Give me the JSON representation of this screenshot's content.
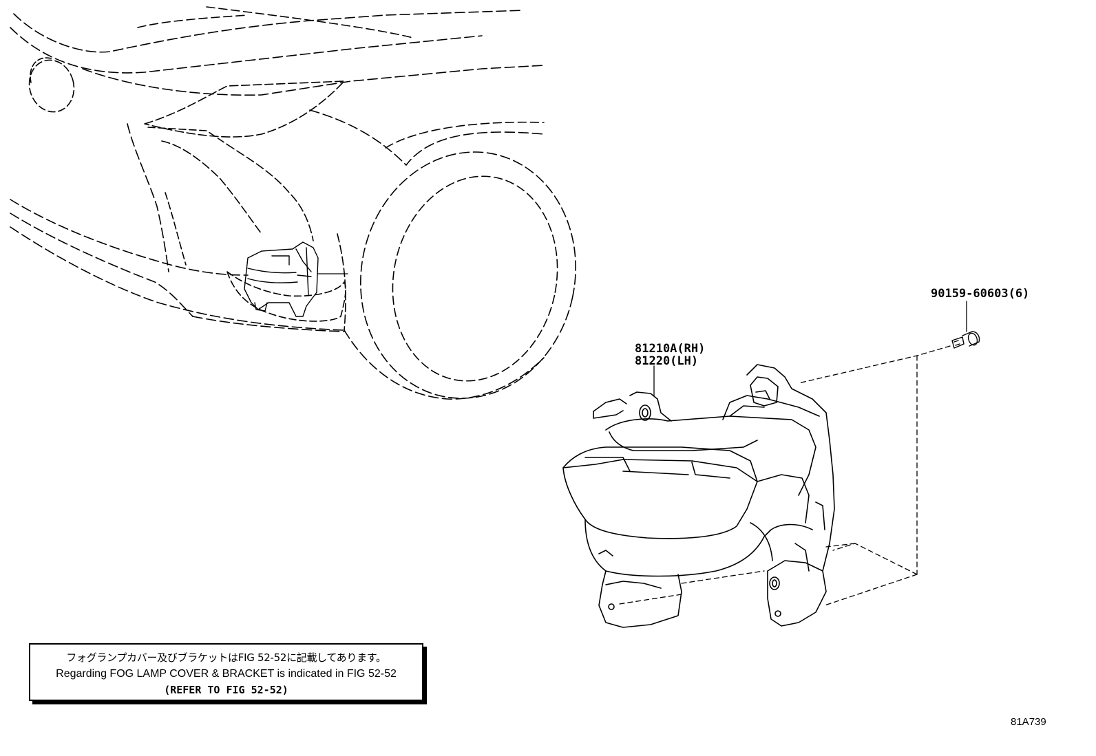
{
  "callouts": {
    "bolt_part": "90159-60603(6)",
    "lamp_part_rh": "81210A(RH)",
    "lamp_part_lh": "81220(LH)"
  },
  "note": {
    "line_jp": "フォグランプカバー及びブラケットはFIG 52-52に記載してあります。",
    "line_en": "Regarding FOG LAMP COVER & BRACKET is indicated in FIG 52-52",
    "line_ref": "(REFER TO FIG 52-52)"
  },
  "figure_code": "81A739"
}
